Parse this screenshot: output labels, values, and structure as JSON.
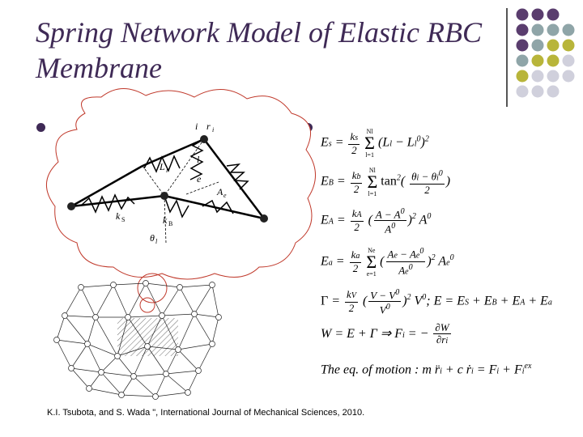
{
  "slide": {
    "title": "Spring Network Model of Elastic RBC Membrane",
    "citation": "K.I. Tsubota, and S. Wada \", International Journal of Mechanical Sciences, 2010.",
    "accent_color": "#3f2a56",
    "decor_colors": [
      "#5a3d6e",
      "#8fa5a8",
      "#b8b53a",
      "#d0d0dc"
    ]
  },
  "figure": {
    "labels": {
      "node_i": "i",
      "r_i": "r",
      "r_sub": "i",
      "L_l": "L",
      "L_sub": "l",
      "e": "e",
      "l": "l",
      "A_e": "A",
      "A_sub": "e",
      "k_s": "k",
      "k_s_sub": "S",
      "k_b": "k",
      "k_b_sub": "B",
      "theta": "θ",
      "theta_sub": "l"
    }
  },
  "equations": {
    "Es": {
      "lhs": "E",
      "lhs_sub": "s",
      "eq": " = ",
      "coef_num": "k",
      "coef_num_sub": "s",
      "coef_den": "2",
      "sum_top": "N",
      "sum_top_sub": "l",
      "sum_bot": "l=1",
      "body": "(L",
      "body_sub": "l",
      "body2": " − L",
      "body2_sub": "l",
      "body2_sup": "0",
      "tail": ")",
      "tail_sup": "2"
    },
    "Eb": {
      "lhs": "E",
      "lhs_sub": "B",
      "eq": " = ",
      "coef_num": "k",
      "coef_num_sub": "b",
      "coef_den": "2",
      "sum_top": "N",
      "sum_top_sub": "l",
      "sum_bot": "l=1",
      "body": "tan",
      "body_sup": "2",
      "frac_num": "θ",
      "frac_num_sub": "i",
      "frac_num2": " − θ",
      "frac_num2_sub": "i",
      "frac_num2_sup": "0",
      "frac_den": "2"
    },
    "Ea": {
      "lhs": "E",
      "lhs_sub": "A",
      "eq": " = ",
      "coef_num": "k",
      "coef_num_sub": "A",
      "coef_den": "2",
      "frac_num": "A − A",
      "frac_num_sup": "0",
      "frac_den": "A",
      "frac_den_sup": "0",
      "tail": "A",
      "tail_sup": "0",
      "power": "2"
    },
    "Ee": {
      "lhs": "E",
      "lhs_sub": "a",
      "eq": " = ",
      "coef_num": "k",
      "coef_num_sub": "a",
      "coef_den": "2",
      "sum_top": "N",
      "sum_top_sub": "e",
      "sum_bot": "e=1",
      "frac_num": "A",
      "frac_num_sub": "e",
      "frac_num2": " − A",
      "frac_num2_sub": "e",
      "frac_num2_sup": "0",
      "frac_den": "A",
      "frac_den_sub": "e",
      "frac_den_sup": "0",
      "tail": "A",
      "tail_sub": "e",
      "tail_sup": "0",
      "power": "2"
    },
    "Gamma": {
      "lhs": "Γ",
      "eq": " = ",
      "coef_num": "k",
      "coef_num_sub": "V",
      "coef_den": "2",
      "frac_num": "V − V",
      "frac_num_sup": "0",
      "frac_den": "V",
      "frac_den_sup": "0",
      "tail": "V",
      "tail_sup": "0",
      "power": "2",
      "sep": ";",
      "total": "E = E",
      "total_subs": [
        "S",
        "B",
        "A",
        "a"
      ]
    },
    "W": {
      "text": "W = E + Γ ⇒ F",
      "sub": "i",
      "eq": " = −",
      "frac_num": "∂W",
      "frac_den": "∂r",
      "frac_den_sub": "i"
    },
    "motion": {
      "prefix": "The eq. of motion :",
      "text": "m r̈",
      "sub": "i",
      "mid": " + c ṙ",
      "mid_sub": "i",
      "rhs": " = F",
      "rhs_sub": "i",
      "rhs2": " + F",
      "rhs2_sub": "i",
      "rhs2_sup": "ex"
    }
  }
}
